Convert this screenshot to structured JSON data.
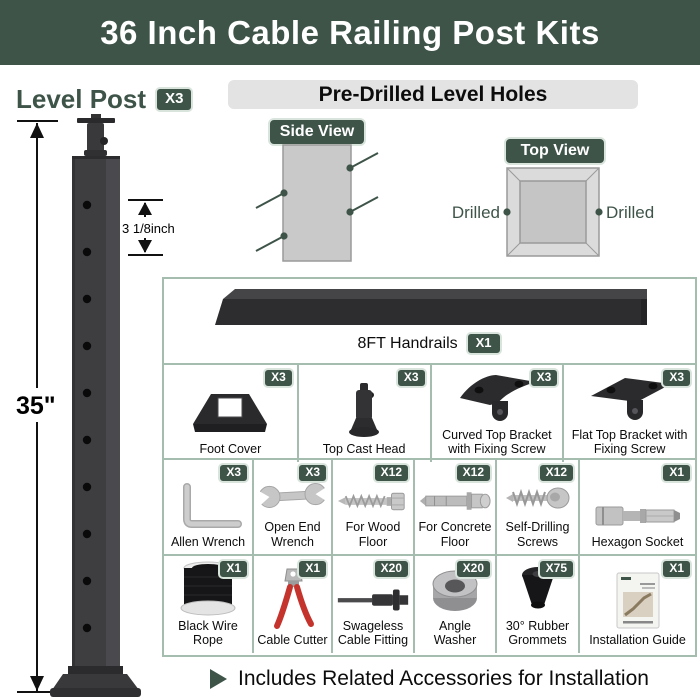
{
  "banner": {
    "title": "36 Inch Cable Railing Post Kits"
  },
  "intro": {
    "post_label": "Level Post",
    "post_badge": "X3",
    "height_label": "35\"",
    "spacing_label": "3 1/8inch",
    "holes_header": "Pre-Drilled Level Holes",
    "side_view_label": "Side View",
    "top_view_label": "Top View",
    "drilled_left": "Drilled",
    "drilled_right": "Drilled"
  },
  "table": {
    "handrail": {
      "label": "8FT Handrails",
      "badge": "X1"
    },
    "row2": [
      {
        "label": "Foot Cover",
        "badge": "X3"
      },
      {
        "label": "Top Cast Head",
        "badge": "X3"
      },
      {
        "label": "Curved Top Bracket with Fixing Screw",
        "badge": "X3"
      },
      {
        "label": "Flat Top Bracket with Fixing Screw",
        "badge": "X3"
      }
    ],
    "row3": [
      {
        "label": "Allen Wrench",
        "badge": "X3"
      },
      {
        "label": "Open End Wrench",
        "badge": "X3"
      },
      {
        "label": "For Wood Floor",
        "badge": "X12"
      },
      {
        "label": "For Concrete Floor",
        "badge": "X12"
      },
      {
        "label": "Self-Drilling Screws",
        "badge": "X12"
      },
      {
        "label": "Hexagon Socket",
        "badge": "X1"
      }
    ],
    "row4": [
      {
        "label": "Black Wire Rope",
        "badge": "X1"
      },
      {
        "label": "Cable Cutter",
        "badge": "X1"
      },
      {
        "label": "Swageless Cable Fitting",
        "badge": "X20"
      },
      {
        "label": "Angle Washer",
        "badge": "X20"
      },
      {
        "label": "30° Rubber Grommets",
        "badge": "X75"
      },
      {
        "label": "Installation Guide",
        "badge": "X1"
      }
    ]
  },
  "footer": {
    "note": "Includes Related Accessories for Installation"
  },
  "colors": {
    "accent_green": "#3E5449",
    "table_border": "#A4BDAE",
    "header_bar_bg": "#E3E3E3",
    "post_body": "#3E3E41",
    "handrail_black": "#2D2D30"
  }
}
